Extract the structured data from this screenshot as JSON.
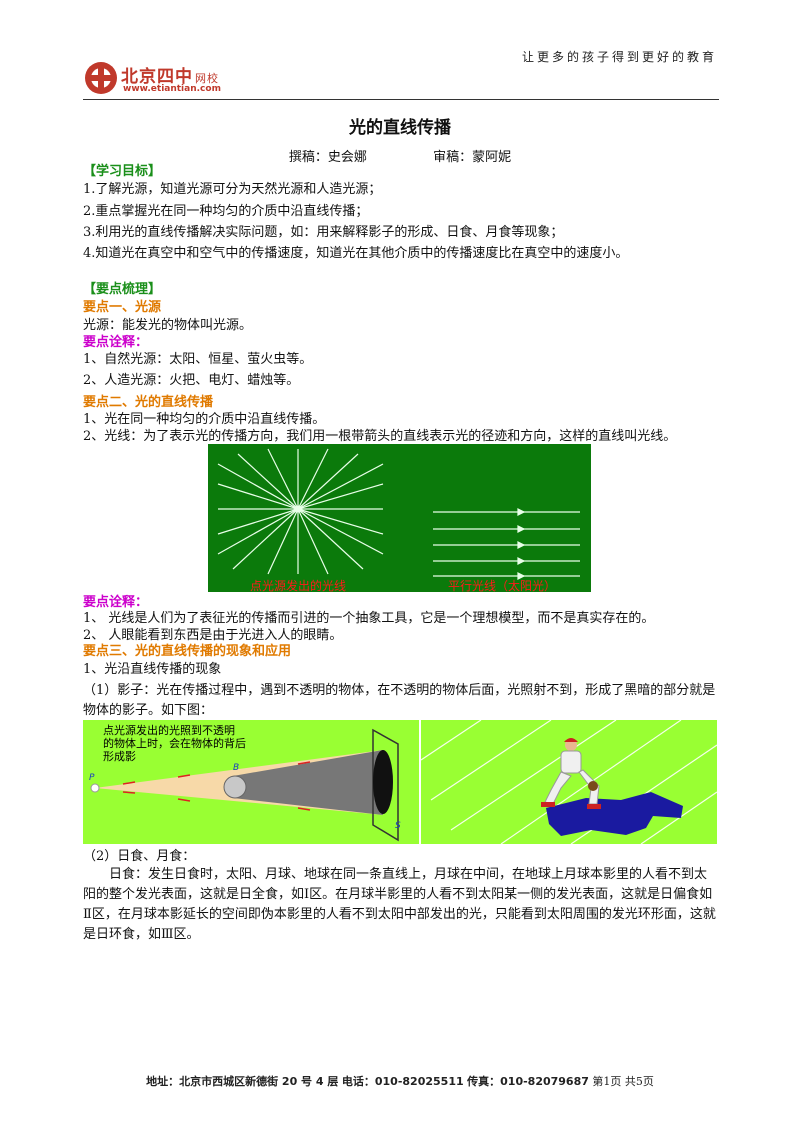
{
  "header": {
    "logo_cn": "北京四中",
    "logo_sub": "网校",
    "logo_url": "www.etiantian.com",
    "slogan": "让更多的孩子得到更好的教育"
  },
  "title": "光的直线传播",
  "author": {
    "writer": "撰稿：史会娜",
    "reviewer": "审稿：蒙阿妮"
  },
  "goals": {
    "heading": "【学习目标】",
    "items": [
      "1.了解光源，知道光源可分为天然光源和人造光源；",
      "2.重点掌握光在同一种均匀的介质中沿直线传播；",
      "3.利用光的直线传播解决实际问题，如：用来解释影子的形成、日食、月食等现象；",
      "4.知道光在真空中和空气中的传播速度，知道光在其他介质中的传播速度比在真空中的速度小。"
    ]
  },
  "summary": {
    "heading": "【要点梳理】",
    "point1": {
      "title": "要点一、光源",
      "def": "光源：能发光的物体叫光源。",
      "note_heading": "要点诠释：",
      "notes": [
        "1、自然光源：太阳、恒星、萤火虫等。",
        "2、人造光源：火把、电灯、蜡烛等。"
      ]
    },
    "point2": {
      "title": "要点二、光的直线传播",
      "items": [
        "1、光在同一种均匀的介质中沿直线传播。",
        "2、光线：为了表示光的传播方向，我们用一根带箭头的直线表示光的径迹和方向，这样的直线叫光线。"
      ],
      "fig_left_label": "点光源发出的光线",
      "fig_right_label": "平行光线（太阳光）",
      "note_heading": "要点诠释：",
      "notes": [
        "1、 光线是人们为了表征光的传播而引进的一个抽象工具，它是一个理想模型，而不是真实存在的。",
        "2、 人眼能看到东西是由于光进入人的眼睛。"
      ]
    },
    "point3": {
      "title": "要点三、光的直线传播的现象和应用",
      "sub1": "1、光沿直线传播的现象",
      "shadow": "（1）影子：光在传播过程中，遇到不透明的物体，在不透明的物体后面，光照射不到，形成了黑暗的部分就是物体的影子。如下图：",
      "fig_caption_lines": [
        "点光源发出的光照到不透明",
        "的物体上时，会在物体的背后",
        "形成影"
      ],
      "fig_label_p": "P",
      "fig_label_b": "B",
      "fig_label_s": "S",
      "eclipse_heading": "（2）日食、月食：",
      "eclipse_text": "日食：发生日食时，太阳、月球、地球在同一条直线上，月球在中间，在地球上月球本影里的人看不到太阳的整个发光表面，这就是日全食，如Ⅰ区。在月球半影里的人看不到太阳某一侧的发光表面，这就是日偏食如Ⅱ区，在月球本影延长的空间即伪本影里的人看不到太阳中部发出的光，只能看到太阳周围的发光环形面，这就是日环食，如Ⅲ区。"
    }
  },
  "footer": {
    "address": "地址：北京市西城区新德街 20 号 4 层",
    "phone": "电话：010-82025511",
    "fax": "传真：010-82079687",
    "page": "第1页 共5页"
  },
  "colors": {
    "green_heading": "#1a8f1a",
    "orange_heading": "#e07a00",
    "magenta_heading": "#cc00cc",
    "figure_green": "#0b7a0b",
    "figure_lime": "#99ff33"
  }
}
